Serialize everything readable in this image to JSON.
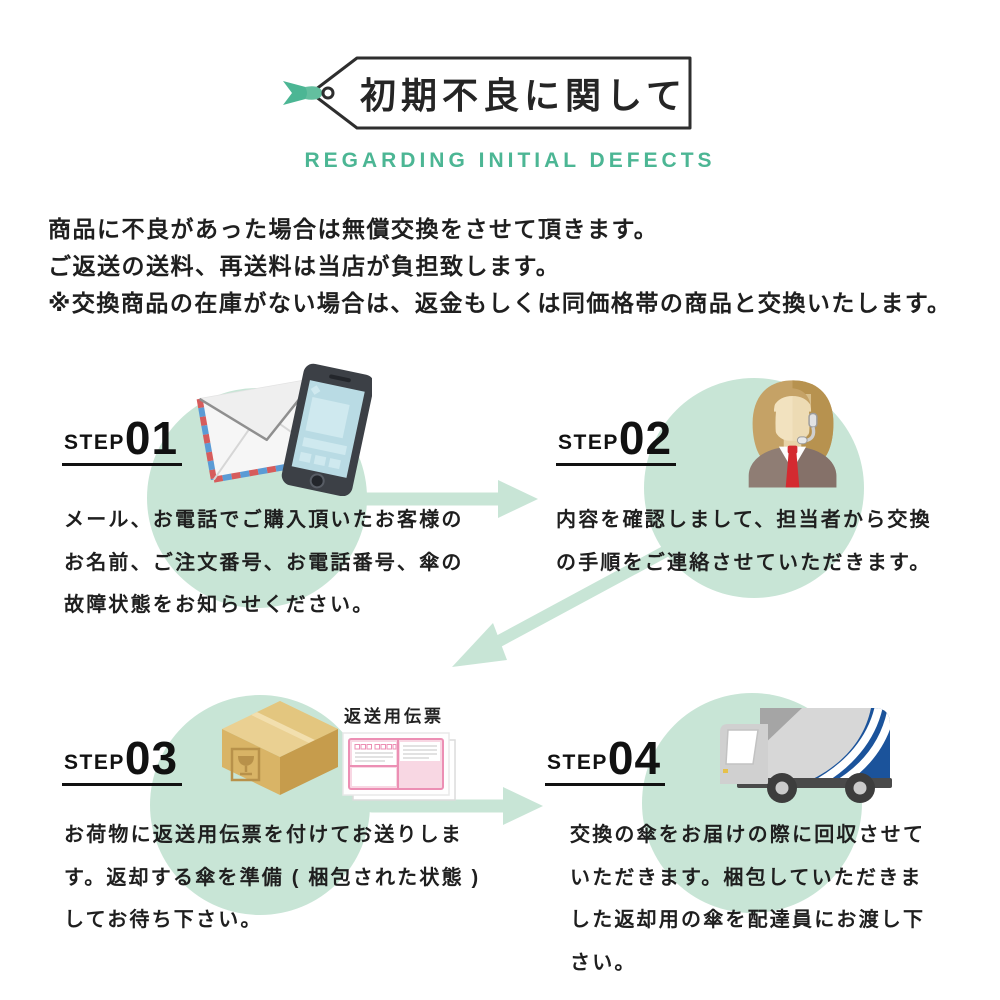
{
  "header": {
    "title": "初期不良に関して",
    "subtitle": "REGARDING INITIAL DEFECTS"
  },
  "intro": {
    "line1": "商品に不良があった場合は無償交換をさせて頂きます。",
    "line2": "ご返送の送料、再送料は当店が負担致します。",
    "line3": "※交換商品の在庫がない場合は、返金もしくは同価格帯の商品と交換いたします。"
  },
  "steps": [
    {
      "label": "STEP",
      "number": "01",
      "icon": "mail-and-smartphone",
      "lines": [
        "メール、お電話でご購入頂いたお客様の",
        "お名前、ご注文番号、お電話番号、傘の",
        "故障状態をお知らせください。"
      ]
    },
    {
      "label": "STEP",
      "number": "02",
      "icon": "call-center-operator",
      "lines": [
        "内容を確認しまして、担当者から交換",
        "の手順をご連絡させていただきます。"
      ]
    },
    {
      "label": "STEP",
      "number": "03",
      "icon": "cardboard-box-and-return-slip",
      "slip_label": "返送用伝票",
      "lines": [
        "お荷物に返送用伝票を付けてお送りしま",
        "す。返却する傘を準備 ( 梱包された状態 )",
        "してお待ち下さい。"
      ]
    },
    {
      "label": "STEP",
      "number": "04",
      "icon": "delivery-truck",
      "lines": [
        "交換の傘をお届けの際に回収させて",
        "いただきます。梱包していただきま",
        "した返却用の傘を配達員にお渡し下",
        "さい。"
      ]
    }
  ],
  "colors": {
    "accent_teal": "#4cb694",
    "mint_circle": "#c8e5d6",
    "text_dark": "#1f1f1f",
    "slip_pink": "#ec8fb4",
    "box_tan": "#d9b466",
    "truck_blue": "#1b539b",
    "tie_red": "#d42a30"
  }
}
